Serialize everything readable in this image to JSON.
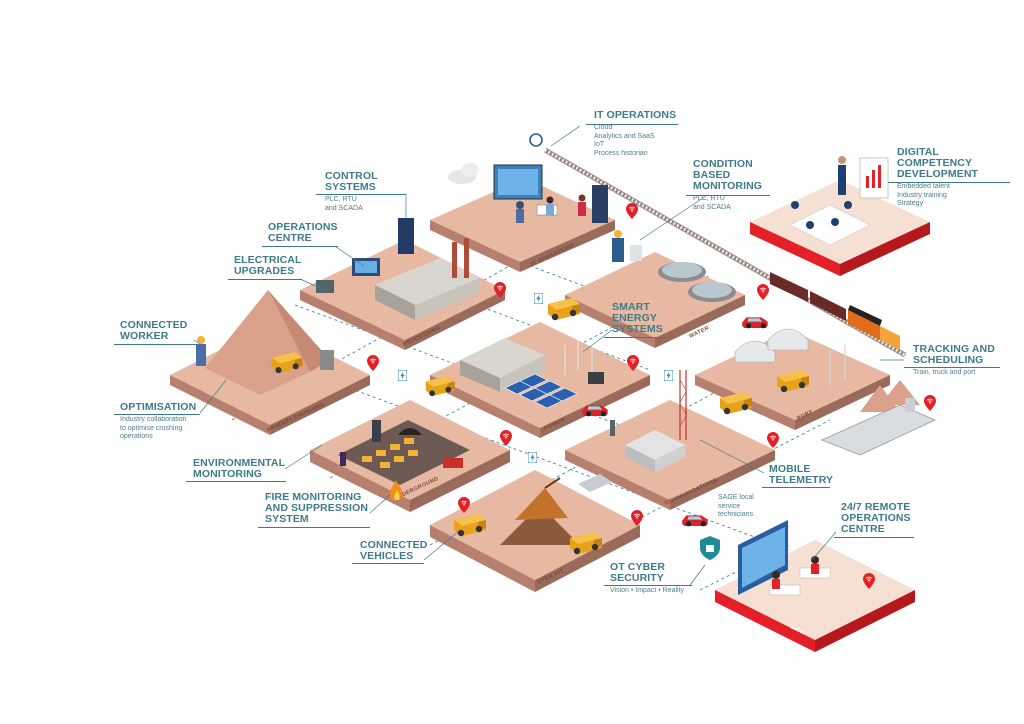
{
  "brand": {
    "name": "SAGE"
  },
  "colors": {
    "tile_top": "#e7b9a2",
    "tile_side": "#a9786a",
    "tile_edge": "#f2d3c2",
    "label_teal": "#3e7b8a",
    "sage_red": "#e32026",
    "dashed_link": "#3a8aa6",
    "wifi_pin": "#e32026"
  },
  "labels": {
    "it_operations": {
      "title": "IT OPERATIONS",
      "desc": "Cloud\nAnalytics and SaaS\nIoT\nProcess historian"
    },
    "digital_competency": {
      "title": "DIGITAL\nCOMPETENCY\nDEVELOPMENT",
      "desc": "Embedded talent\nIndustry training\nStrategy"
    },
    "condition_monitoring": {
      "title": "CONDITION\nBASED\nMONITORING",
      "desc": "PLC, RTU\nand SCADA"
    },
    "control_systems": {
      "title": "CONTROL\nSYSTEMS",
      "desc": "PLC, RTU\nand SCADA"
    },
    "operations_centre": {
      "title": "OPERATIONS\nCENTRE"
    },
    "electrical_upgrades": {
      "title": "ELECTRICAL\nUPGRADES"
    },
    "smart_energy": {
      "title": "SMART\nENERGY\nSYSTEMS"
    },
    "connected_worker": {
      "title": "CONNECTED\nWORKER"
    },
    "tracking_scheduling": {
      "title": "TRACKING AND\nSCHEDULING",
      "desc": "Train, truck and port"
    },
    "optimisation": {
      "title": "OPTIMISATION",
      "desc": "Industry collaboration\nto optimise crushing\noperations"
    },
    "environmental": {
      "title": "ENVIRONMENTAL\nMONITORING"
    },
    "mobile_telemetry": {
      "title": "MOBILE\nTELEMETRY"
    },
    "fire_monitoring": {
      "title": "FIRE MONITORING\nAND SUPPRESSION\nSYSTEM"
    },
    "sage_technicians": {
      "desc": "SAGE local\nservice\ntechnicians"
    },
    "remote_ops": {
      "title": "24/7 REMOTE\nOPERATIONS\nCENTRE"
    },
    "connected_vehicles": {
      "title": "CONNECTED\nVEHICLES"
    },
    "ot_cyber": {
      "title": "OT CYBER\nSECURITY",
      "desc": "Vision • Impact • Reality"
    }
  },
  "tiles": {
    "it_operations": "IT OPERATIONS",
    "processing": "PROCESSING",
    "water": "WATER",
    "primary_crushing": "PRIMARY CRUSHING",
    "power": "POWER",
    "port": "PORT",
    "underground": "UNDERGROUND",
    "communications": "COMMUNICATIONS",
    "open_pit": "OPEN PIT"
  },
  "icons": {
    "wifi_pin": "wifi-pin-icon",
    "lightning": "lightning-icon",
    "cloud": "cloud-icon",
    "shield": "shield-lock-icon",
    "fire": "fire-icon"
  }
}
